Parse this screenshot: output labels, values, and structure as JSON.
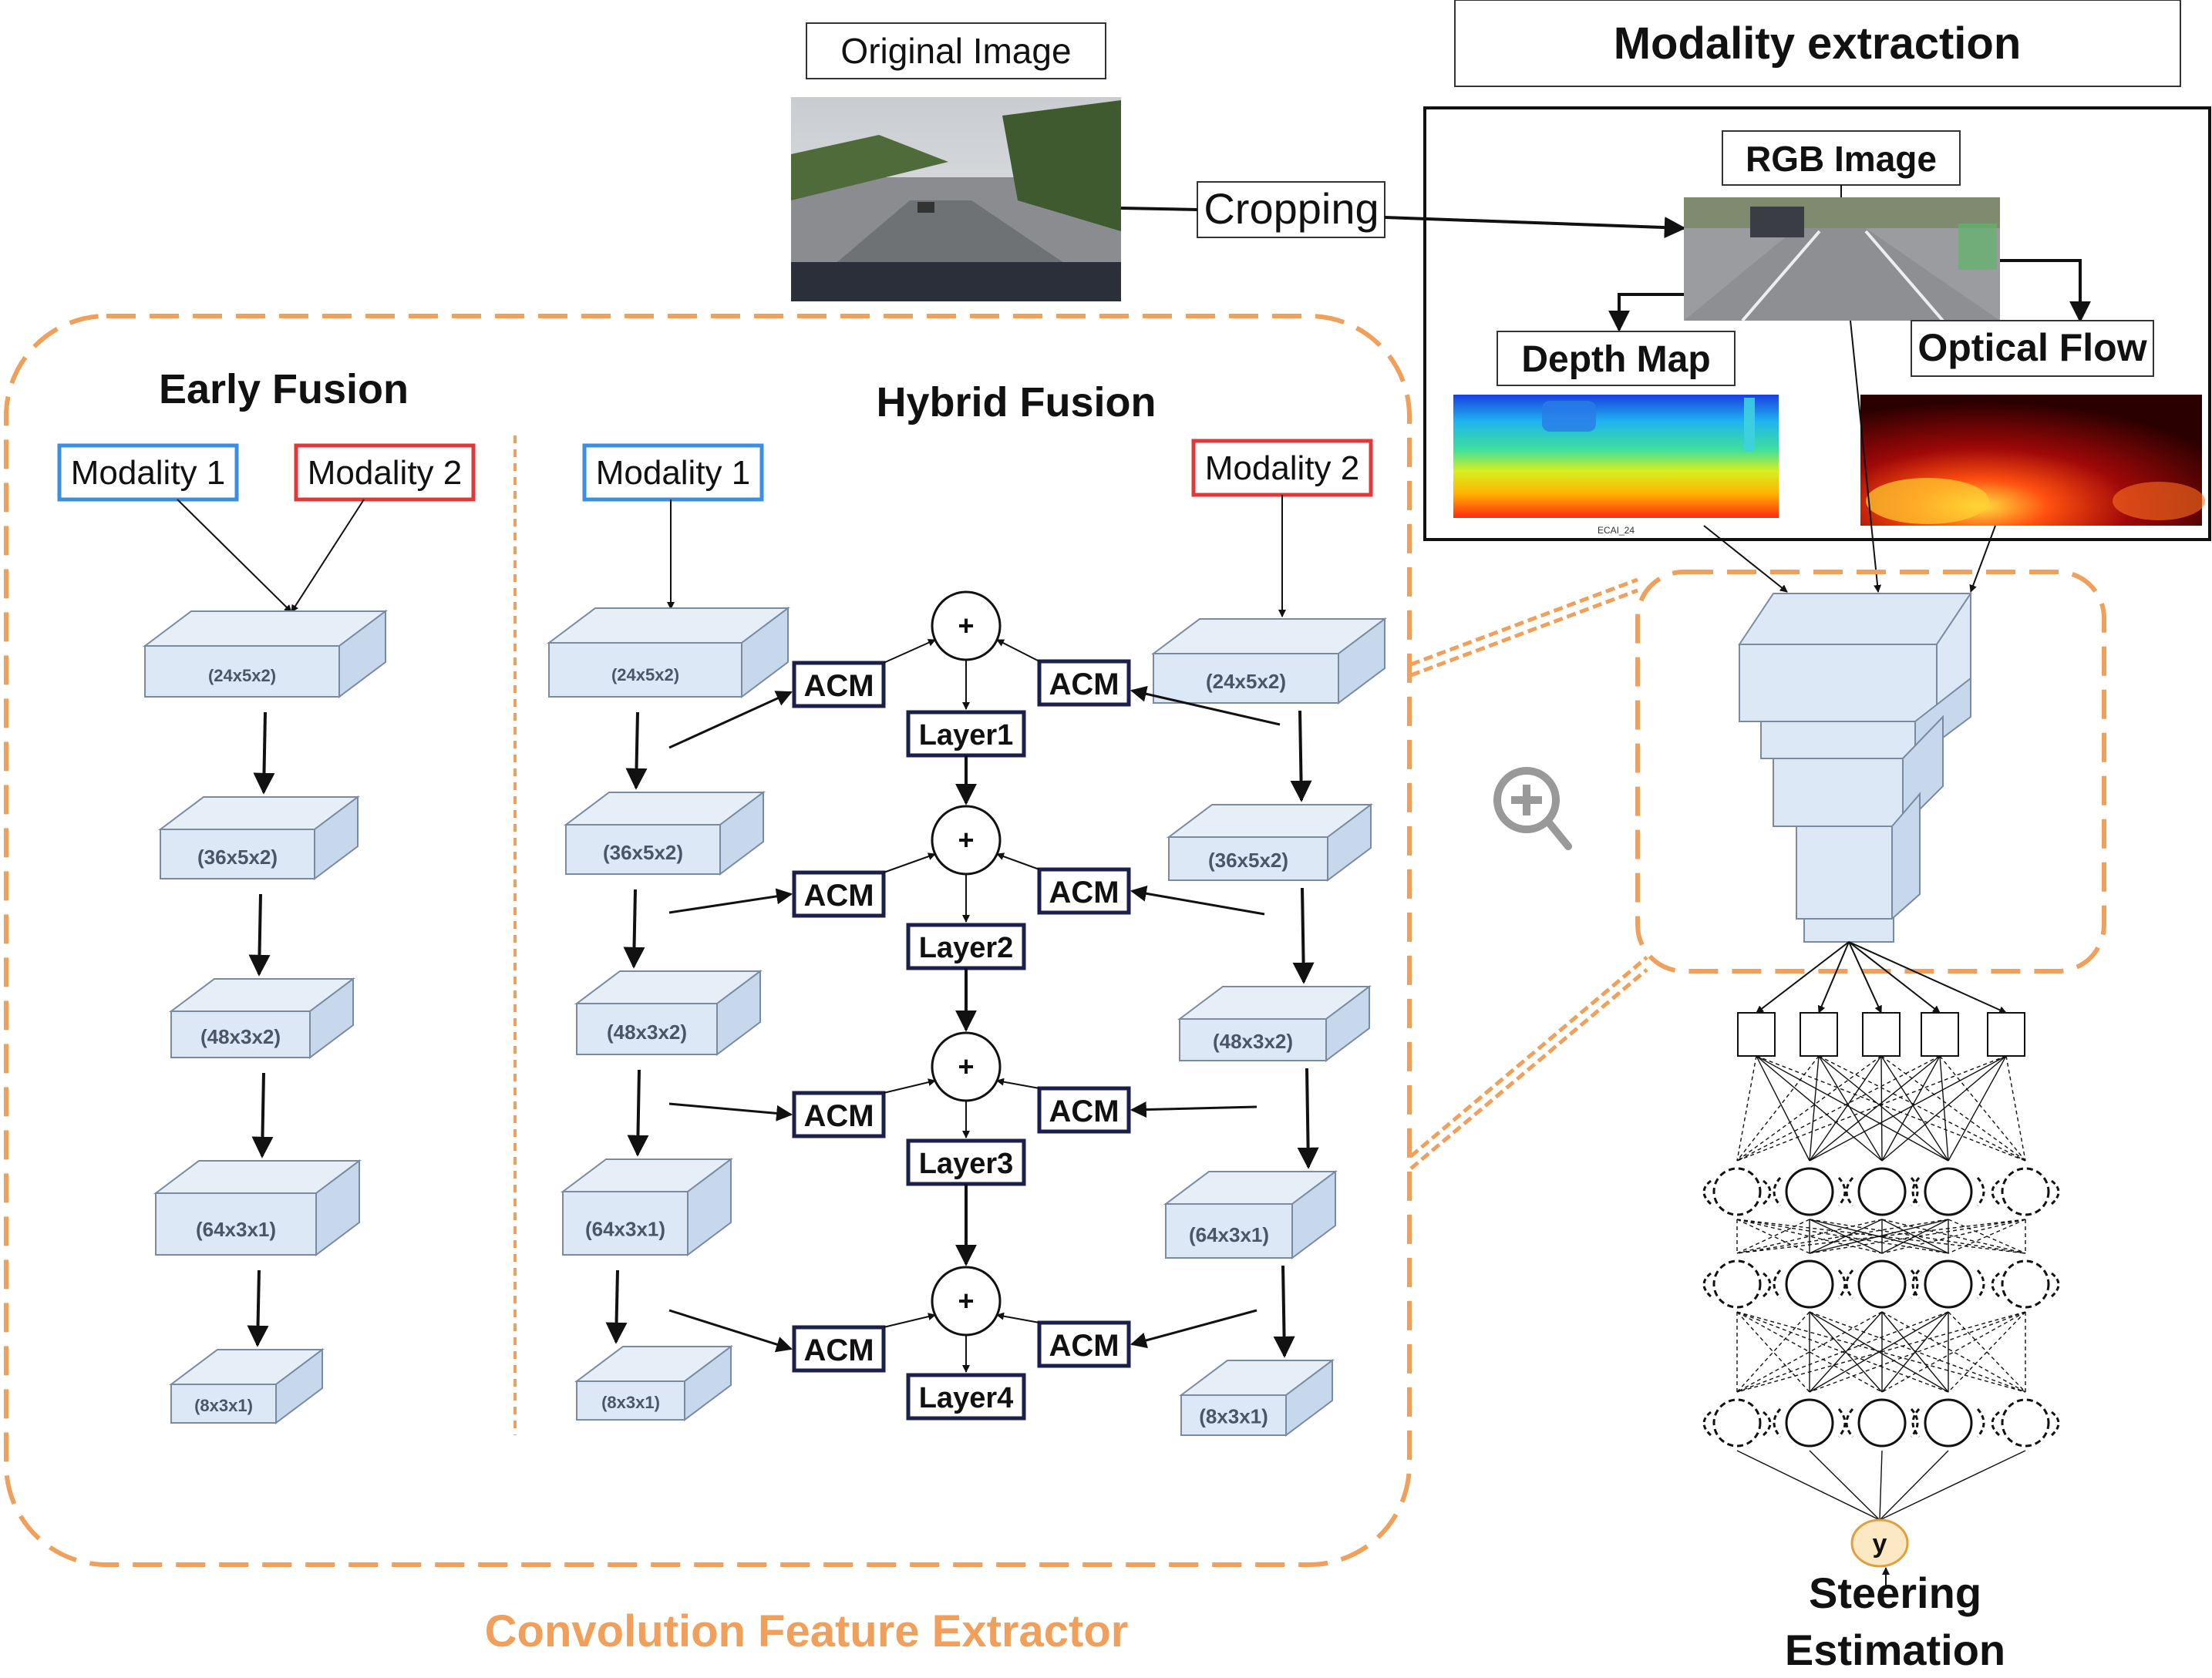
{
  "top": {
    "original_image_label": "Original Image",
    "cropping_label": "Cropping"
  },
  "modality": {
    "title": "Modality extraction",
    "rgb_label": "RGB Image",
    "depth_label": "Depth Map",
    "flow_label": "Optical Flow",
    "depth_caption": "ECAI_24"
  },
  "early": {
    "title": "Early Fusion",
    "modality1": "Modality 1",
    "modality2": "Modality 2",
    "blocks": [
      "(24x5x2)",
      "(36x5x2)",
      "(48x3x2)",
      "(64x3x1)",
      "(8x3x1)"
    ]
  },
  "hybrid": {
    "title": "Hybrid Fusion",
    "modality1": "Modality 1",
    "modality2": "Modality 2",
    "left_blocks": [
      "(24x5x2)",
      "(36x5x2)",
      "(48x3x2)",
      "(64x3x1)",
      "(8x3x1)"
    ],
    "right_blocks": [
      "(24x5x2)",
      "(36x5x2)",
      "(48x3x2)",
      "(64x3x1)",
      "(8x3x1)"
    ],
    "acm_label": "ACM",
    "plus_symbol": "+",
    "layers": [
      "Layer1",
      "Layer2",
      "Layer3",
      "Layer4"
    ]
  },
  "output": {
    "y_label": "y",
    "steering_line1": "Steering",
    "steering_line2": "Estimation"
  },
  "footer": {
    "extractor_label": "Convolution Feature Extractor"
  },
  "colors": {
    "orange": "#f0a05a",
    "blue_border": "#3b8ee0",
    "red_border": "#e0393b",
    "navy": "#1b1f4a",
    "block_face": "#dce8f6"
  }
}
